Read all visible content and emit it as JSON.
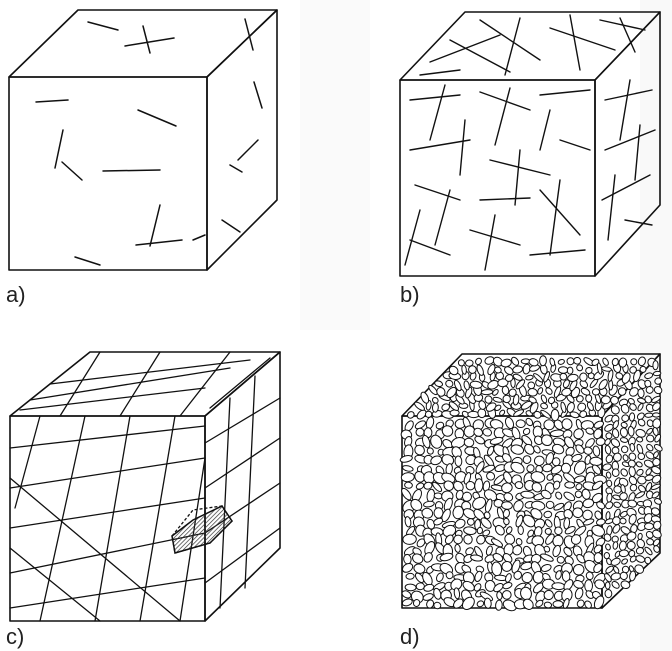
{
  "figure": {
    "panels": [
      {
        "label": "a)",
        "description_key": "sparse-short-fractures"
      },
      {
        "label": "b)",
        "description_key": "dense-short-fractures"
      },
      {
        "label": "c)",
        "description_key": "persistent-fracture-network-with-block"
      },
      {
        "label": "d)",
        "description_key": "granular-assembly"
      }
    ]
  }
}
